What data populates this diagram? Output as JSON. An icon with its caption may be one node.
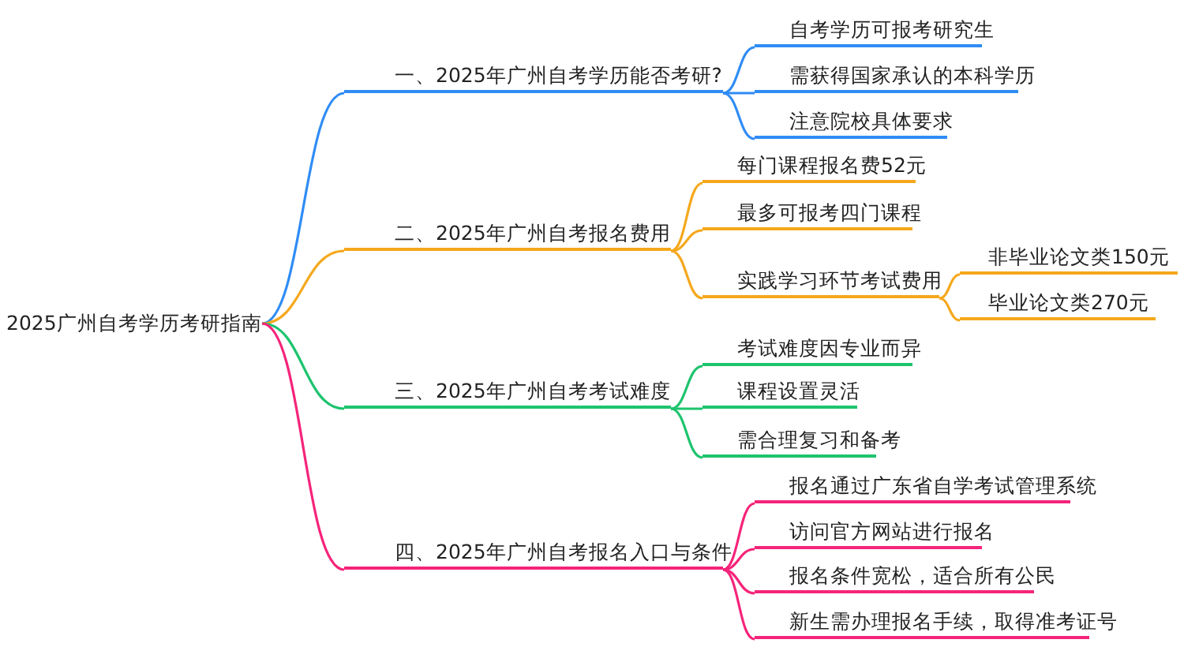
{
  "diagram": {
    "nodes": [
      {
        "text": [
          "2025广州自考学历考研指南"
        ]
      },
      {
        "text": [
          "一、2025年广州自考学历能否考研?"
        ]
      },
      {
        "text": [
          "自考学历可报考研究生"
        ]
      },
      {
        "text": [
          "需获得国家承认的本科学历"
        ]
      },
      {
        "text": [
          "注意院校具体要求"
        ]
      },
      {
        "text": [
          "二、2025年广州自考报名费用"
        ]
      },
      {
        "text": [
          "每门课程报名费52元"
        ]
      },
      {
        "text": [
          "最多可报考四门课程"
        ]
      },
      {
        "text": [
          "实践学习环节考试费用"
        ]
      },
      {
        "text": [
          "非毕业论文类150元"
        ]
      },
      {
        "text": [
          "毕业论文类270元"
        ]
      },
      {
        "text": [
          "三、2025年广州自考考试难度"
        ]
      },
      {
        "text": [
          "考试难度因专业而异"
        ]
      },
      {
        "text": [
          "课程设置灵活"
        ]
      },
      {
        "text": [
          "需合理复习和备考"
        ]
      },
      {
        "text": [
          "四、2025年广州自考报名入口与条件"
        ]
      },
      {
        "text": [
          "报名通过广东省自学考试管理系统"
        ]
      },
      {
        "text": [
          "访问官方网站进行报名"
        ]
      },
      {
        "text": [
          "报名条件宽松，适合所有公民"
        ]
      },
      {
        "text": [
          "新生需办理报名手续，取得准考证号"
        ]
      }
    ],
    "edges": [
      {
        "from": 0,
        "to": 1,
        "arrow": "none",
        "color": "#2f8cf5"
      },
      {
        "from": 1,
        "to": 2,
        "arrow": "none",
        "color": "#2f8cf5"
      },
      {
        "from": 1,
        "to": 3,
        "arrow": "none",
        "color": "#2f8cf5"
      },
      {
        "from": 1,
        "to": 4,
        "arrow": "none",
        "color": "#2f8cf5"
      },
      {
        "from": 0,
        "to": 5,
        "arrow": "none",
        "color": "#f5a81c"
      },
      {
        "from": 5,
        "to": 6,
        "arrow": "none",
        "color": "#f5a81c"
      },
      {
        "from": 5,
        "to": 7,
        "arrow": "none",
        "color": "#f5a81c"
      },
      {
        "from": 5,
        "to": 8,
        "arrow": "none",
        "color": "#f5a81c"
      },
      {
        "from": 8,
        "to": 9,
        "arrow": "none",
        "color": "#f5a81c"
      },
      {
        "from": 8,
        "to": 10,
        "arrow": "none",
        "color": "#f5a81c"
      },
      {
        "from": 0,
        "to": 11,
        "arrow": "none",
        "color": "#1dc46e"
      },
      {
        "from": 11,
        "to": 12,
        "arrow": "none",
        "color": "#1dc46e"
      },
      {
        "from": 11,
        "to": 13,
        "arrow": "none",
        "color": "#1dc46e"
      },
      {
        "from": 11,
        "to": 14,
        "arrow": "none",
        "color": "#1dc46e"
      },
      {
        "from": 0,
        "to": 15,
        "arrow": "none",
        "color": "#f5247a"
      },
      {
        "from": 15,
        "to": 16,
        "arrow": "none",
        "color": "#f5247a"
      },
      {
        "from": 15,
        "to": 17,
        "arrow": "none",
        "color": "#f5247a"
      },
      {
        "from": 15,
        "to": 18,
        "arrow": "none",
        "color": "#f5247a"
      },
      {
        "from": 15,
        "to": 19,
        "arrow": "none",
        "color": "#f5247a"
      }
    ]
  }
}
